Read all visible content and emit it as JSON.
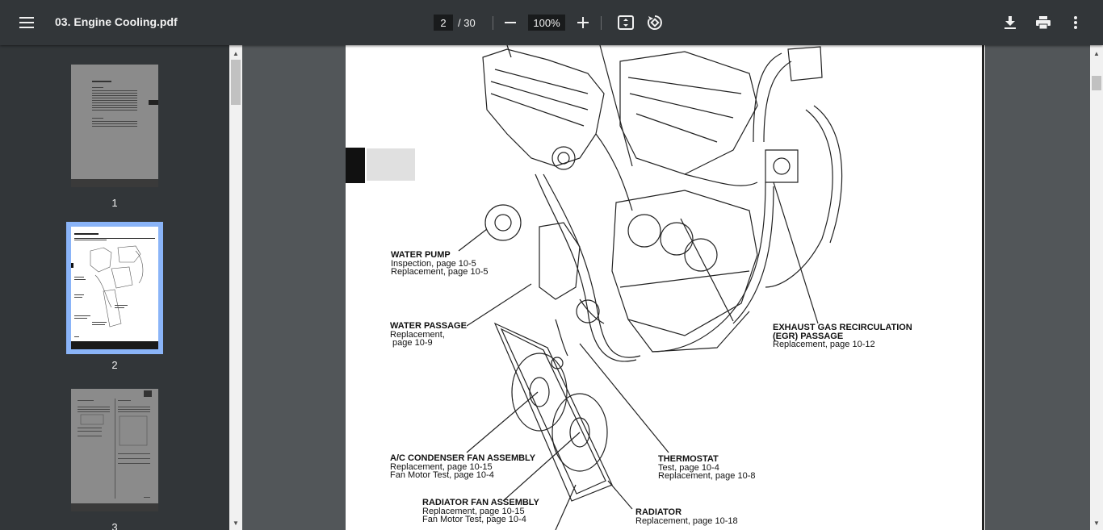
{
  "toolbar": {
    "title": "03. Engine Cooling.pdf",
    "page_current": "2",
    "page_total": "/ 30",
    "zoom": "100%",
    "icons": {
      "menu": "menu-icon",
      "zoom_out": "minus-icon",
      "zoom_in": "plus-icon",
      "fit": "fit-to-page-icon",
      "rotate": "rotate-icon",
      "download": "download-icon",
      "print": "print-icon",
      "more": "more-vert-icon"
    }
  },
  "sidebar": {
    "thumbnails": [
      {
        "number": "1",
        "selected": false
      },
      {
        "number": "2",
        "selected": true
      },
      {
        "number": "3",
        "selected": false
      }
    ]
  },
  "page": {
    "labels": [
      {
        "id": "water-pump",
        "heading": "WATER PUMP",
        "lines": [
          "Inspection, page 10-5",
          "Replacement, page 10-5"
        ]
      },
      {
        "id": "water-passage",
        "heading": "WATER PASSAGE",
        "lines": [
          "Replacement,",
          " page 10-9"
        ]
      },
      {
        "id": "egr-passage",
        "heading": "EXHAUST GAS RECIRCULATION",
        "heading2": "(EGR) PASSAGE",
        "lines": [
          "Replacement, page 10-12"
        ]
      },
      {
        "id": "ac-fan",
        "heading": "A/C CONDENSER FAN ASSEMBLY",
        "lines": [
          "Replacement, page 10-15",
          "Fan Motor Test, page 10-4"
        ]
      },
      {
        "id": "thermostat",
        "heading": "THERMOSTAT",
        "lines": [
          "Test, page 10-4",
          "Replacement, page 10-8"
        ]
      },
      {
        "id": "radiator-fan",
        "heading": "RADIATOR FAN ASSEMBLY",
        "lines": [
          "Replacement, page 10-15",
          "Fan Motor Test, page 10-4"
        ]
      },
      {
        "id": "radiator",
        "heading": "RADIATOR",
        "lines": [
          "Replacement, page 10-18"
        ]
      }
    ]
  },
  "colors": {
    "toolbar_bg": "#323639",
    "viewer_bg": "#525659",
    "selection": "#8ab4f8"
  }
}
